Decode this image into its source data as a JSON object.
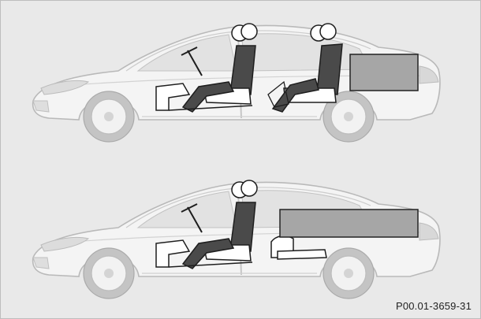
{
  "figure": {
    "reference_code": "P00.01-3659-31",
    "colors": {
      "background": "#e9e9e9",
      "car_body": "#f4f4f4",
      "car_outline": "#b9b9b9",
      "window": "#e2e2e2",
      "tire": "#c4c4c4",
      "wheel": "#f2f2f2",
      "seat_outline": "#1e1e1e",
      "seat_dark": "#4a4a4a",
      "cargo_fill": "#a6a6a6",
      "cargo_outline": "#222222"
    },
    "configurations": [
      {
        "name": "rear-seat-upright",
        "cargo": "trunk-only"
      },
      {
        "name": "rear-seat-folded",
        "cargo": "extended-through-cabin"
      }
    ]
  }
}
